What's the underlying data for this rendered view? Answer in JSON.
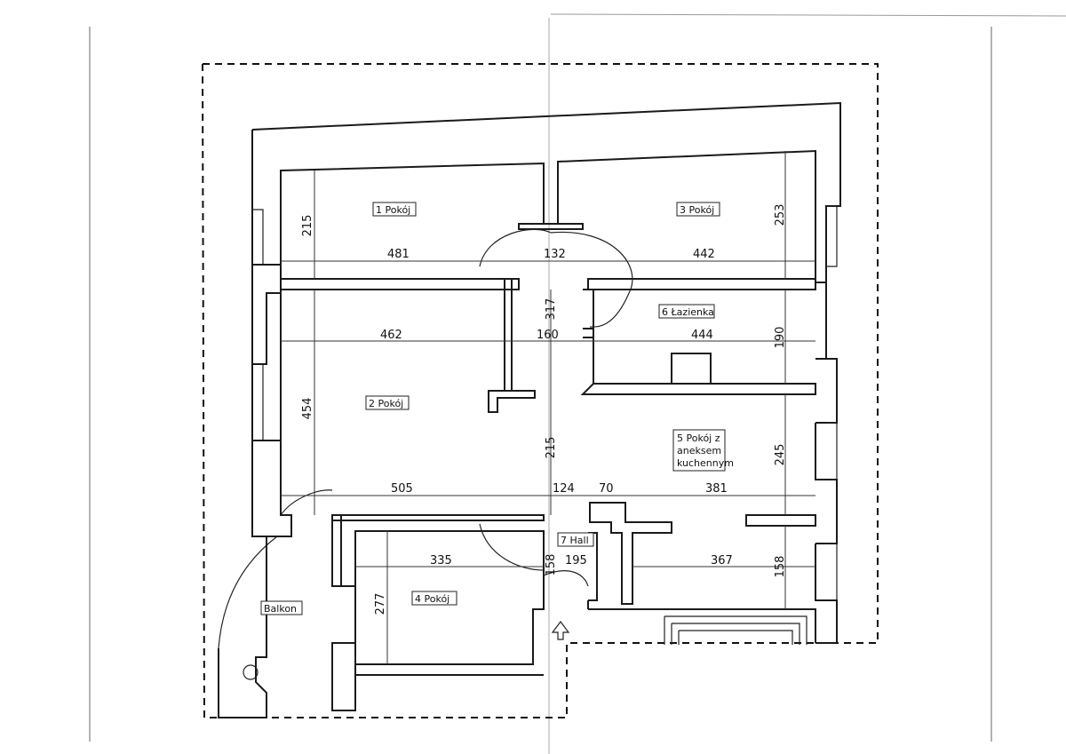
{
  "rooms": {
    "r1": "1 Pokój",
    "r2": "2 Pokój",
    "r3": "3 Pokój",
    "r4": "4 Pokój",
    "r5_line1": "5 Pokój z",
    "r5_line2": "aneksem",
    "r5_line3": "kuchennym",
    "r6": "6 Łazienka",
    "r7": "7 Hall",
    "balkon": "Balkon"
  },
  "dimensions": {
    "d215a": "215",
    "d481": "481",
    "d132": "132",
    "d442": "442",
    "d253": "253",
    "d462": "462",
    "d160": "160",
    "d317": "317",
    "d444": "444",
    "d190": "190",
    "d454": "454",
    "d215b": "215",
    "d245": "245",
    "d505": "505",
    "d124": "124",
    "d70": "70",
    "d381": "381",
    "d335": "335",
    "d158a": "158",
    "d195": "195",
    "d367": "367",
    "d158b": "158",
    "d277": "277"
  },
  "colors": {
    "ink": "#1a1a1a",
    "paper": "#ffffff"
  }
}
